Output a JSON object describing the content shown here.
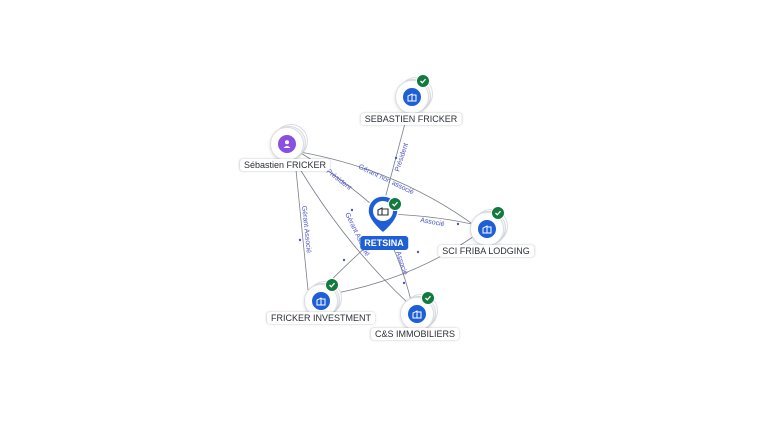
{
  "colors": {
    "edge": "#7a7f89",
    "edge_label": "#4a55c8",
    "company_badge": "#1f5fd6",
    "person_badge": "#8a4fe0",
    "verified_check": "#127a3e",
    "main_label_bg": "#1f5fd6"
  },
  "nodes": {
    "retsina": {
      "label": "RETSINA",
      "icon": "building-icon",
      "verified": true,
      "main": true
    },
    "sebastien_fricker_company": {
      "label": "SEBASTIEN FRICKER",
      "icon": "building-icon",
      "verified": true
    },
    "sebastien_fricker_person": {
      "label": "Sébastien FRICKER",
      "icon": "person-icon",
      "verified": false
    },
    "sci_friba": {
      "label": "SCI FRIBA LODGING",
      "icon": "building-icon",
      "verified": true
    },
    "fricker_investment": {
      "label": "FRICKER INVESTMENT",
      "icon": "building-icon",
      "verified": true
    },
    "cs_immobiliers": {
      "label": "C&S IMMOBILIERS",
      "icon": "building-icon",
      "verified": true
    }
  },
  "edge_labels": {
    "president": "Président",
    "gerant_non_associe": "Gérant non associé",
    "associe_friba": "Associé",
    "president_person": "Président",
    "gerant_associe_left": "Gérant Associé",
    "gerant_associe_mid": "Gérant Associé",
    "associe_cs": "Associé"
  }
}
